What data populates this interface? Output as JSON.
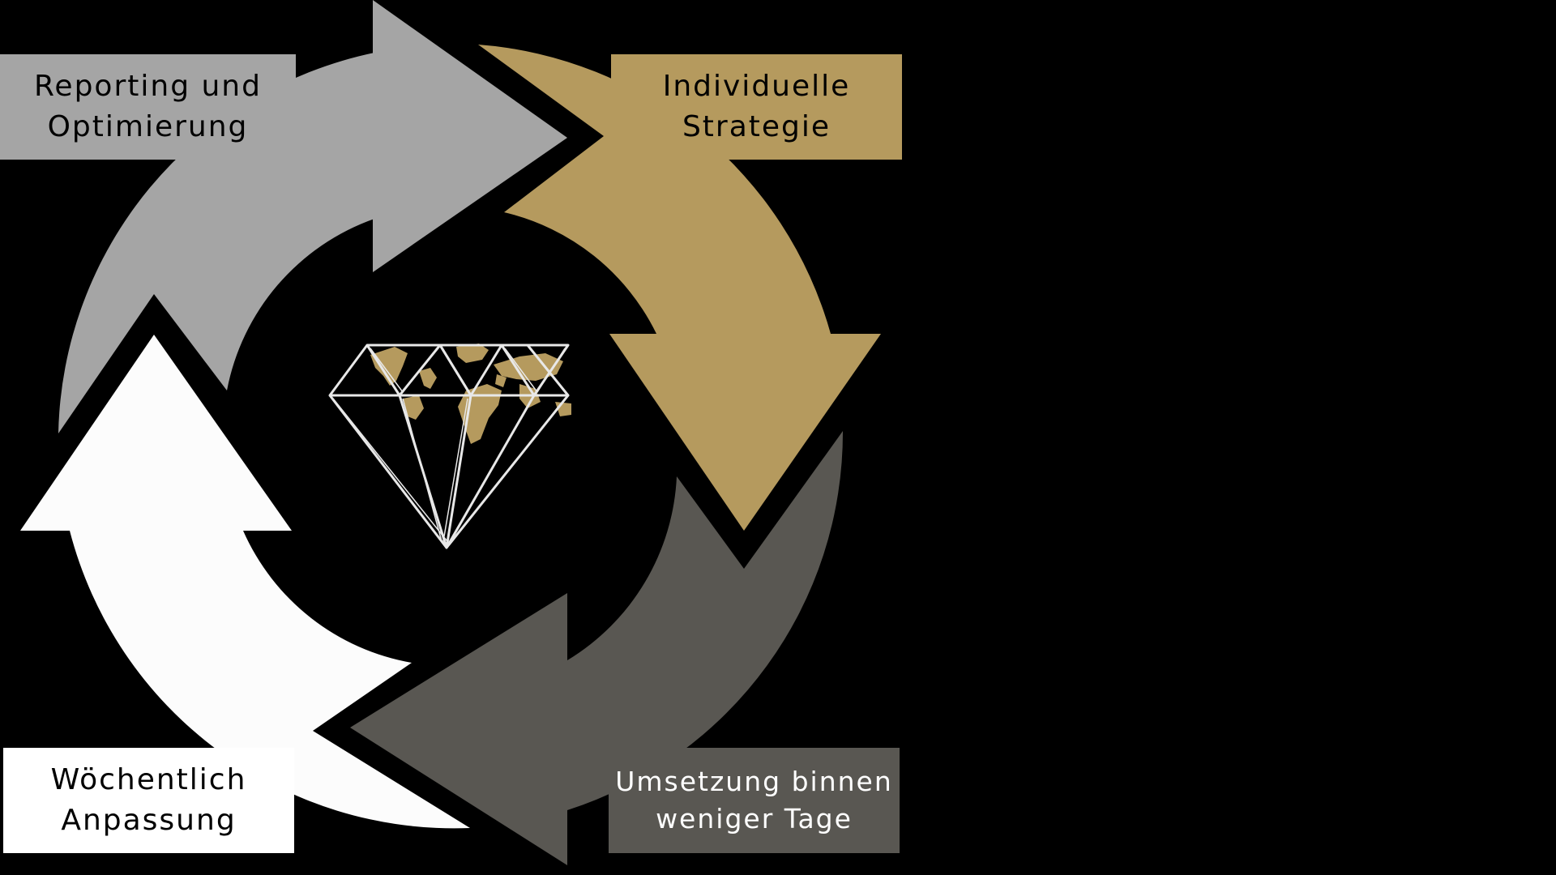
{
  "colors": {
    "background": "#000000",
    "gray": "#a5a5a5",
    "gold": "#b59a5e",
    "dark": "#595752",
    "white": "#fcfcfc",
    "map_gold": "#b59a5e",
    "diamond_outline": "#e8e8e8"
  },
  "steps": [
    {
      "label": "Reporting und\nOptimierung",
      "color": "#a5a5a5",
      "text_color": "#000000"
    },
    {
      "label": "Individuelle\nStrategie",
      "color": "#b59a5e",
      "text_color": "#000000"
    },
    {
      "label": "Umsetzung binnen\nweniger Tage",
      "color": "#595752",
      "text_color": "#ffffff"
    },
    {
      "label": "Wöchentlich\nAnpassung",
      "color": "#ffffff",
      "text_color": "#000000"
    }
  ],
  "center": {
    "icon": "diamond-world-map-icon"
  }
}
